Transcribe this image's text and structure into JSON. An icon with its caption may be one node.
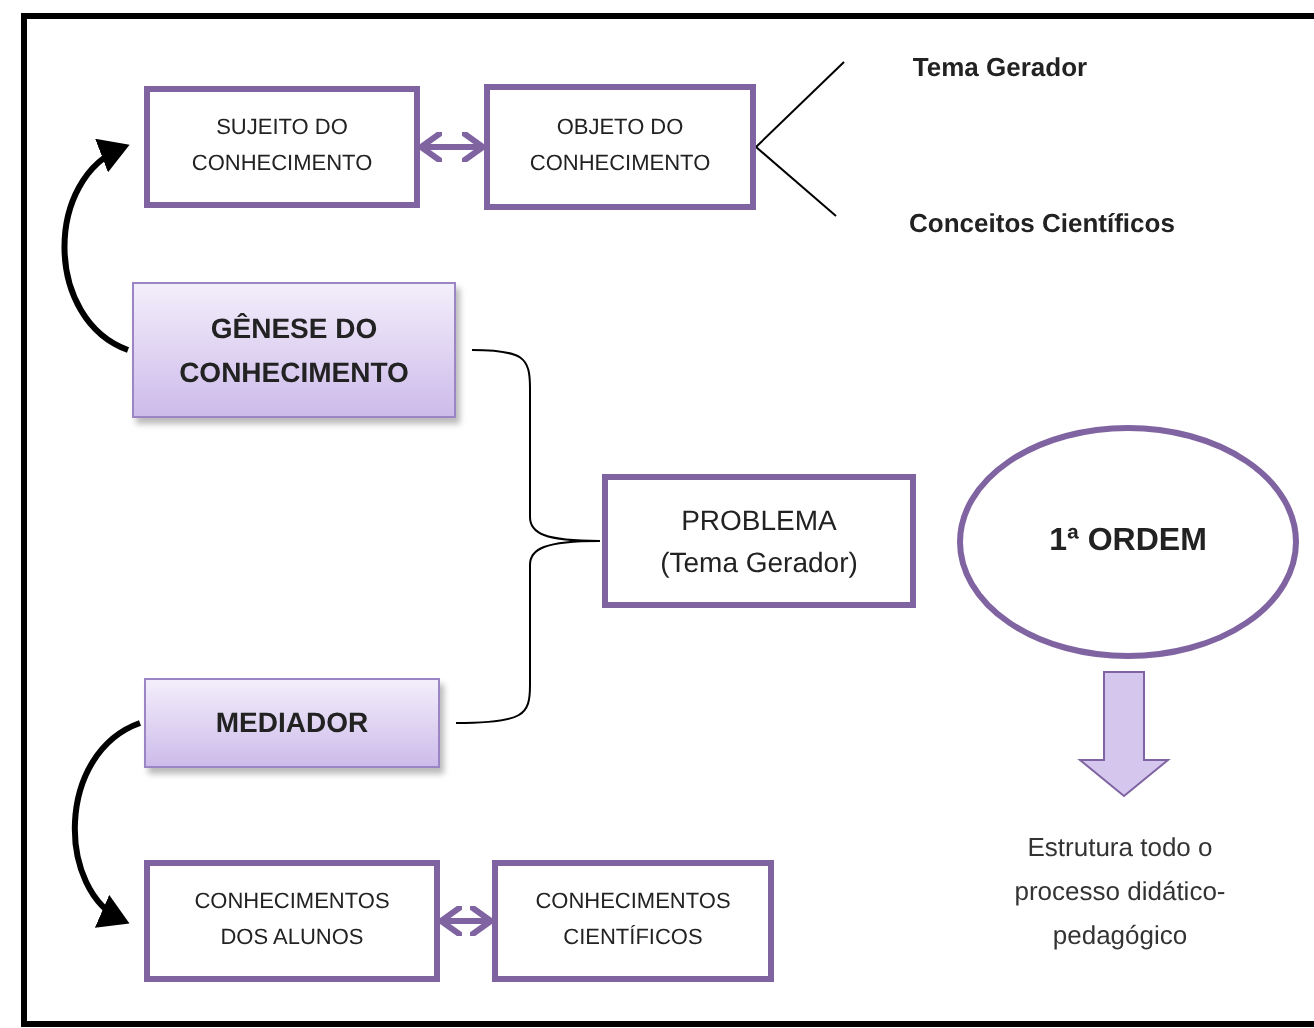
{
  "diagram": {
    "nodes": [
      {
        "text": [
          "SUJEITO DO CONHECIMENTO"
        ]
      },
      {
        "text": [
          "OBJETO DO CONHECIMENTO"
        ]
      },
      {
        "text": [
          "Tema Gerador"
        ]
      },
      {
        "text": [
          "Conceitos Científicos"
        ]
      },
      {
        "text": [
          "GÊNESE DO CONHECIMENTO"
        ]
      },
      {
        "text": [
          "PROBLEMA",
          "(Tema Gerador)"
        ]
      },
      {
        "text": [
          "1ª ORDEM"
        ]
      },
      {
        "text": [
          "MEDIADOR"
        ]
      },
      {
        "text": [
          "CONHECIMENTOS DOS ALUNOS"
        ]
      },
      {
        "text": [
          "CONHECIMENTOS CIENTÍFICOS"
        ]
      },
      {
        "text": [
          "Estrutura todo o processo didático-pedagógico"
        ]
      }
    ],
    "edges": [
      {
        "from": 0,
        "to": 1,
        "arrow": "both",
        "style": "thick",
        "color": "#8064a2"
      },
      {
        "from": 1,
        "to": 2,
        "arrow": "none"
      },
      {
        "from": 1,
        "to": 3,
        "arrow": "none"
      },
      {
        "from": 4,
        "to": 0,
        "arrow": "to",
        "style": "thick"
      },
      {
        "from": 4,
        "to": 5,
        "arrow": "none"
      },
      {
        "from": 7,
        "to": 5,
        "arrow": "none"
      },
      {
        "from": 6,
        "to": 10,
        "arrow": "to",
        "style": "thick",
        "color": "#8064a2"
      },
      {
        "from": 7,
        "to": 8,
        "arrow": "to",
        "style": "thick"
      },
      {
        "from": 8,
        "to": 9,
        "arrow": "both",
        "style": "thick",
        "color": "#8064a2"
      }
    ]
  }
}
